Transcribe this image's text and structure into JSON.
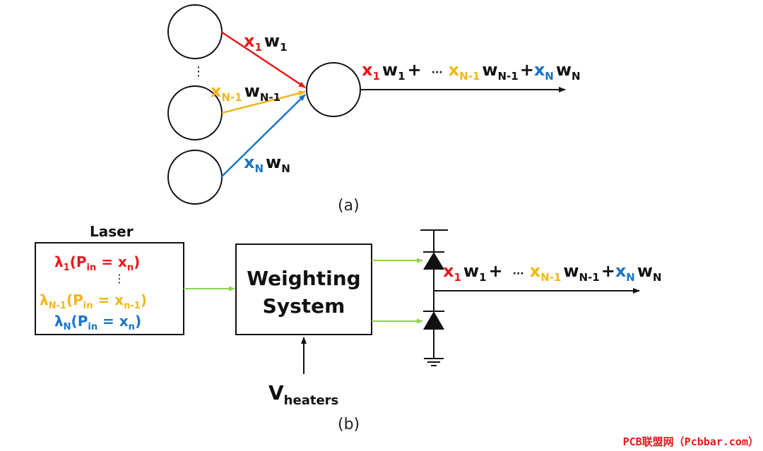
{
  "colors": {
    "red": "#e8171b",
    "yellow": "#f2b61a",
    "blue": "#1a74c7",
    "green": "#8fd14f",
    "black": "#111111",
    "watermark": "#e8171b"
  },
  "panel_a": {
    "edge_top": {
      "x": "x",
      "x_sub": "1",
      "w": "w",
      "w_sub": "1"
    },
    "edge_mid": {
      "x": "x",
      "x_sub": "N-1",
      "w": "w",
      "w_sub": "N-1"
    },
    "edge_bot": {
      "x": "x",
      "x_sub": "N",
      "w": "w",
      "w_sub": "N"
    },
    "vertical_dots": "⋮",
    "output": {
      "t1_x": "x",
      "t1_xs": "1",
      "t1_w": "w",
      "t1_ws": "1",
      "plus1": "+",
      "ellipsis": "···",
      "t2_x": "x",
      "t2_xs": "N-1",
      "t2_w": "w",
      "t2_ws": "N-1",
      "plus2": "+",
      "t3_x": "x",
      "t3_xs": "N",
      "t3_w": "w",
      "t3_ws": "N"
    },
    "caption": "(a)"
  },
  "panel_b": {
    "laser_title": "Laser",
    "laser_lines": [
      {
        "lambda": "λ",
        "sub": "1",
        "open": "(P",
        "in": "in",
        "eq": " = x",
        "n": "n",
        "close": ")",
        "color": "red"
      },
      {
        "lambda": "λ",
        "sub": "N-1",
        "open": "(P",
        "in": "in",
        "eq": " = x",
        "n": "n-1",
        "close": ")",
        "color": "yellow"
      },
      {
        "lambda": "λ",
        "sub": "N",
        "open": "(P",
        "in": "in",
        "eq": " = x",
        "n": "n",
        "close": ")",
        "color": "blue"
      }
    ],
    "laser_dots": "⋮",
    "weighting_line1": "Weighting",
    "weighting_line2": "System",
    "heaters_v": "V",
    "heaters_sub": "heaters",
    "output": {
      "t1_x": "x",
      "t1_xs": "1",
      "t1_w": "w",
      "t1_ws": "1",
      "plus1": "+",
      "ellipsis": "···",
      "t2_x": "x",
      "t2_xs": "N-1",
      "t2_w": "w",
      "t2_ws": "N-1",
      "plus2": "+",
      "t3_x": "x",
      "t3_xs": "N",
      "t3_w": "w",
      "t3_ws": "N"
    },
    "caption": "(b)"
  },
  "watermark": "PCB联盟网（Pcbbar.com）"
}
